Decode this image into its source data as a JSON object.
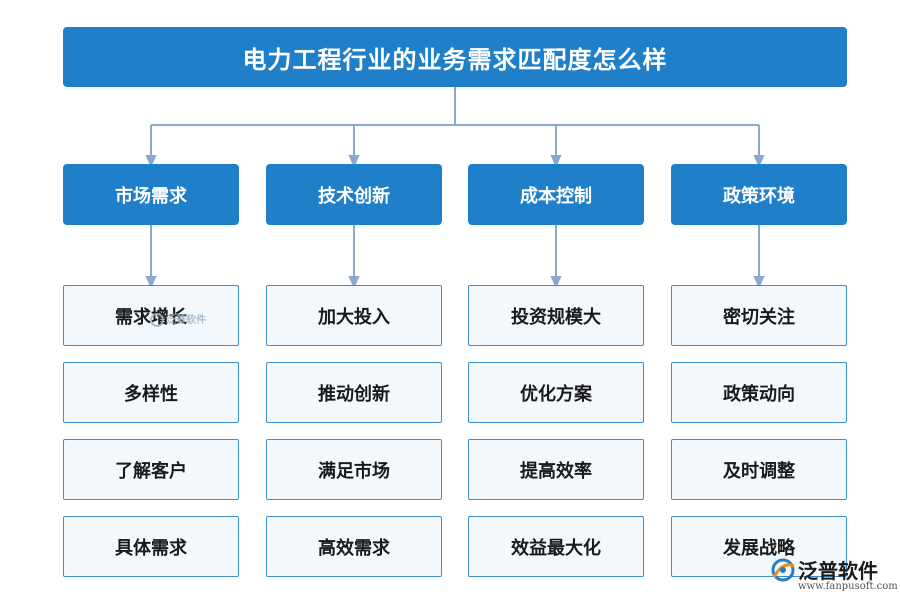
{
  "title": "电力工程行业的业务需求匹配度怎么样",
  "columns": [
    {
      "header": "市场需求",
      "items": [
        "需求增长",
        "多样性",
        "了解客户",
        "具体需求"
      ]
    },
    {
      "header": "技术创新",
      "items": [
        "加大投入",
        "推动创新",
        "满足市场",
        "高效需求"
      ]
    },
    {
      "header": "成本控制",
      "items": [
        "投资规模大",
        "优化方案",
        "提高效率",
        "效益最大化"
      ]
    },
    {
      "header": "政策环境",
      "items": [
        "密切关注",
        "政策动向",
        "及时调整",
        "发展战略"
      ]
    }
  ],
  "watermark": {
    "text": "泛普软件"
  },
  "logo": {
    "name": "泛普软件",
    "url": "www.fanpusoft.com"
  },
  "colors": {
    "primary": "#1f7fc8",
    "connector": "#8aa8cf",
    "item_border": "#3d8fd0",
    "item_bg": "#f3f8fd"
  }
}
